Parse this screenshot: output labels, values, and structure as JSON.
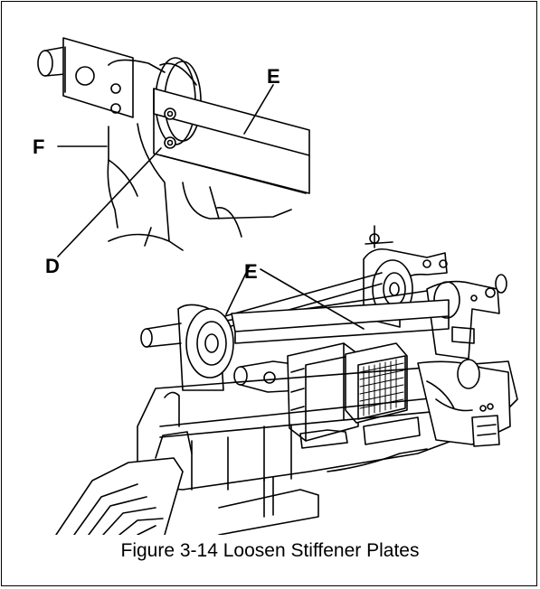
{
  "figure": {
    "callouts": {
      "e_top": "E",
      "f": "F",
      "d": "D",
      "e_bottom": "E"
    },
    "caption": "Figure 3-14  Loosen Stiffener Plates"
  }
}
